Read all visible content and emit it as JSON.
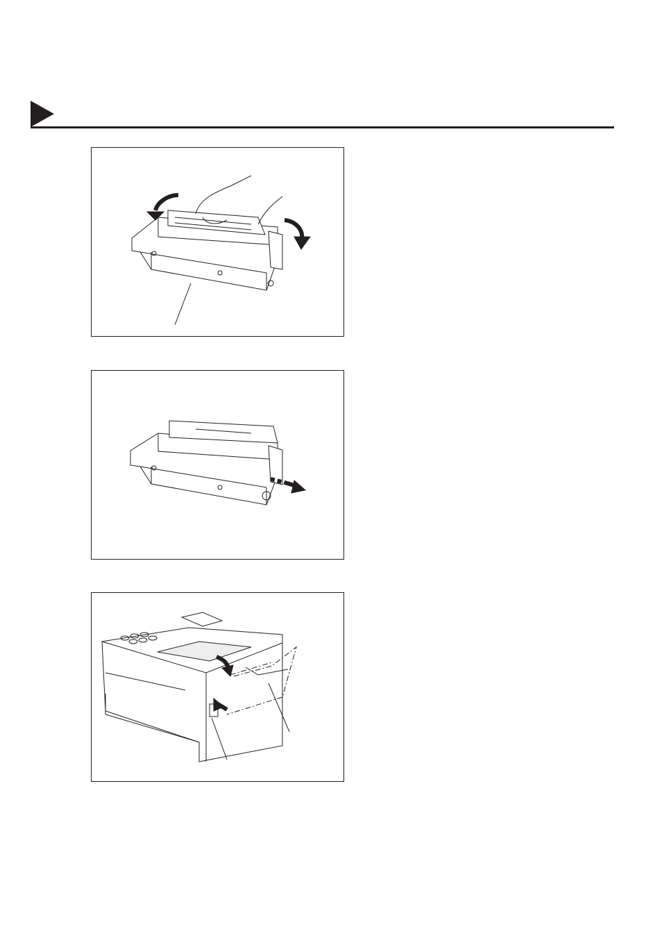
{
  "header": {
    "marker_icon": "section-triangle-icon",
    "color": "#231f20"
  },
  "figures": [
    {
      "icon": "toner-cartridge-rock-illustration",
      "arrows": "curved-rotate-arrows"
    },
    {
      "icon": "toner-cartridge-seal-pull-illustration",
      "arrows": "pull-arrow"
    },
    {
      "icon": "fax-machine-open-side-cover-illustration",
      "arrows": "press-release-open-arrows"
    }
  ]
}
